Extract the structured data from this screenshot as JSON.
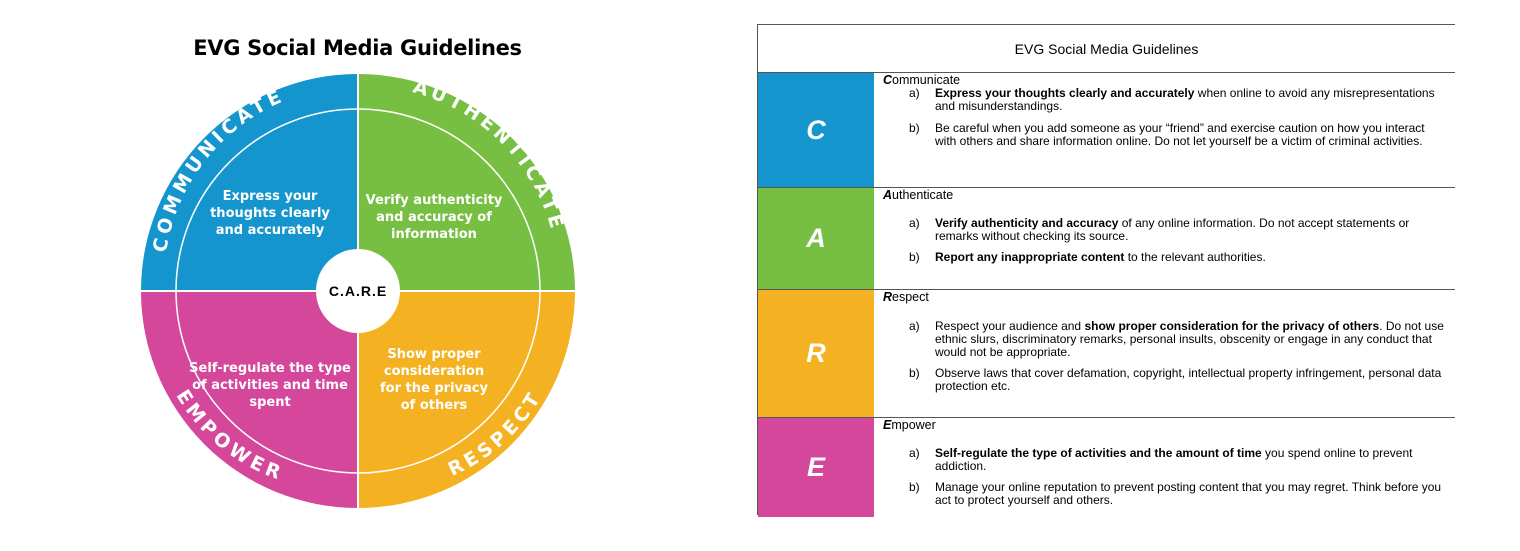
{
  "wheel": {
    "title": "EVG Social Media Guidelines",
    "center_label": "C.A.R.E",
    "quadrants": [
      {
        "key": "communicate",
        "ring_label": "COMMUNICATE",
        "lines": [
          "Express your",
          "thoughts clearly",
          "and accurately"
        ],
        "color": "#1495cd"
      },
      {
        "key": "authenticate",
        "ring_label": "AUTHENTICATE",
        "lines": [
          "Verify authenticity",
          "and accuracy of",
          "information"
        ],
        "color": "#77bf43"
      },
      {
        "key": "respect",
        "ring_label": "RESPECT",
        "lines": [
          "Show proper",
          "consideration",
          "for the privacy",
          "of others"
        ],
        "color": "#f4b223"
      },
      {
        "key": "empower",
        "ring_label": "EMPOWER",
        "lines": [
          "Self-regulate the type",
          "of activities and time",
          "spent"
        ],
        "color": "#d4479b"
      }
    ]
  },
  "table": {
    "title": "EVG Social Media Guidelines",
    "rows": [
      {
        "letter": "C",
        "color": "#1495cd",
        "head_first": "C",
        "head_rest": "ommunicate",
        "items": [
          {
            "label": "a)",
            "bold": "Express your thoughts clearly and accurately",
            "text": " when online to avoid any misrepresentations  and misunderstandings."
          },
          {
            "label": "b)",
            "bold": "",
            "text": "Be careful when you add someone as your “friend” and exercise caution on how you interact with others and share information online.  Do not let yourself be a victim of criminal activities."
          }
        ]
      },
      {
        "letter": "A",
        "color": "#77bf43",
        "head_first": "A",
        "head_rest": "uthenticate",
        "items": [
          {
            "label": "a)",
            "bold": "Verify authenticity and accuracy",
            "text": " of any online information. Do not accept statements or remarks without checking its source."
          },
          {
            "label": "b)",
            "bold": "Report any inappropriate content",
            "text": " to the relevant authorities."
          }
        ]
      },
      {
        "letter": "R",
        "color": "#f4b223",
        "head_first": "R",
        "head_rest": "espect",
        "items": [
          {
            "label": "a)",
            "bold_prefix": "Respect your audience and ",
            "bold": "show proper consideration for the privacy of others",
            "text": ". Do not use ethnic slurs, discriminatory remarks, personal insults, obscenity or engage in any conduct that would not be appropriate."
          },
          {
            "label": "b)",
            "bold": "",
            "text": "Observe laws that cover defamation, copyright, intellectual property infringement, personal data protection etc."
          }
        ]
      },
      {
        "letter": "E",
        "color": "#d4479b",
        "head_first": "E",
        "head_rest": "mpower",
        "items": [
          {
            "label": "a)",
            "bold": "Self-regulate the type of activities and the amount of time",
            "text": " you spend online to prevent addiction."
          },
          {
            "label": "b)",
            "bold": "",
            "text": "Manage your online reputation to prevent posting content that you may regret. Think before you act to protect yourself and others."
          }
        ]
      }
    ]
  }
}
